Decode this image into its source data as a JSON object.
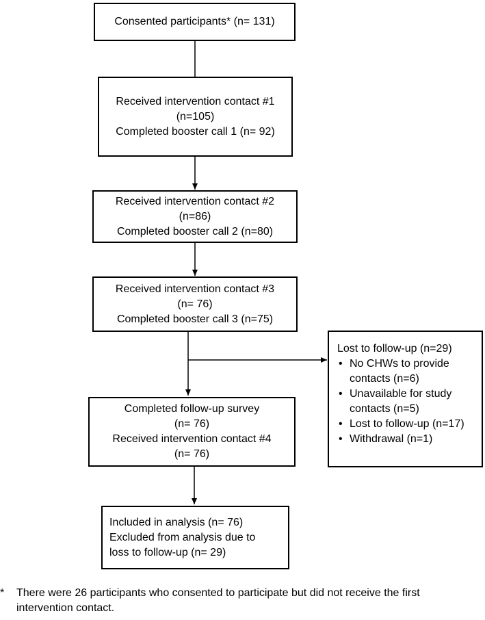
{
  "boxes": [
    {
      "lines": [
        "Consented participants* (n= 131)"
      ]
    },
    {
      "lines": [
        "Received intervention contact #1",
        "(n=105)",
        "Completed booster call 1 (n= 92)"
      ]
    },
    {
      "lines": [
        "Received intervention contact #2",
        "(n=86)",
        "Completed booster call 2 (n=80)"
      ]
    },
    {
      "lines": [
        "Received intervention contact #3",
        "(n= 76)",
        "Completed booster call 3 (n=75)"
      ]
    },
    {
      "lines": [
        "Completed follow-up survey",
        "(n= 76)",
        "Received intervention contact #4",
        "(n= 76)"
      ]
    },
    {
      "lines": [
        "Included in analysis (n= 76)",
        "Excluded from analysis due to",
        "loss to follow-up (n= 29)"
      ]
    }
  ],
  "side_box": {
    "title": "Lost to follow-up (n=29)",
    "items": [
      {
        "lines": [
          "No CHWs to provide",
          "contacts (n=6)"
        ]
      },
      {
        "lines": [
          "Unavailable for study",
          "contacts (n=5)"
        ]
      },
      {
        "lines": [
          "Lost to follow-up (n=17)"
        ]
      },
      {
        "lines": [
          "Withdrawal (n=1)"
        ]
      }
    ]
  },
  "footnote": {
    "mark": "*",
    "text": "There were 26 participants who consented to participate but did not receive the first intervention contact."
  }
}
